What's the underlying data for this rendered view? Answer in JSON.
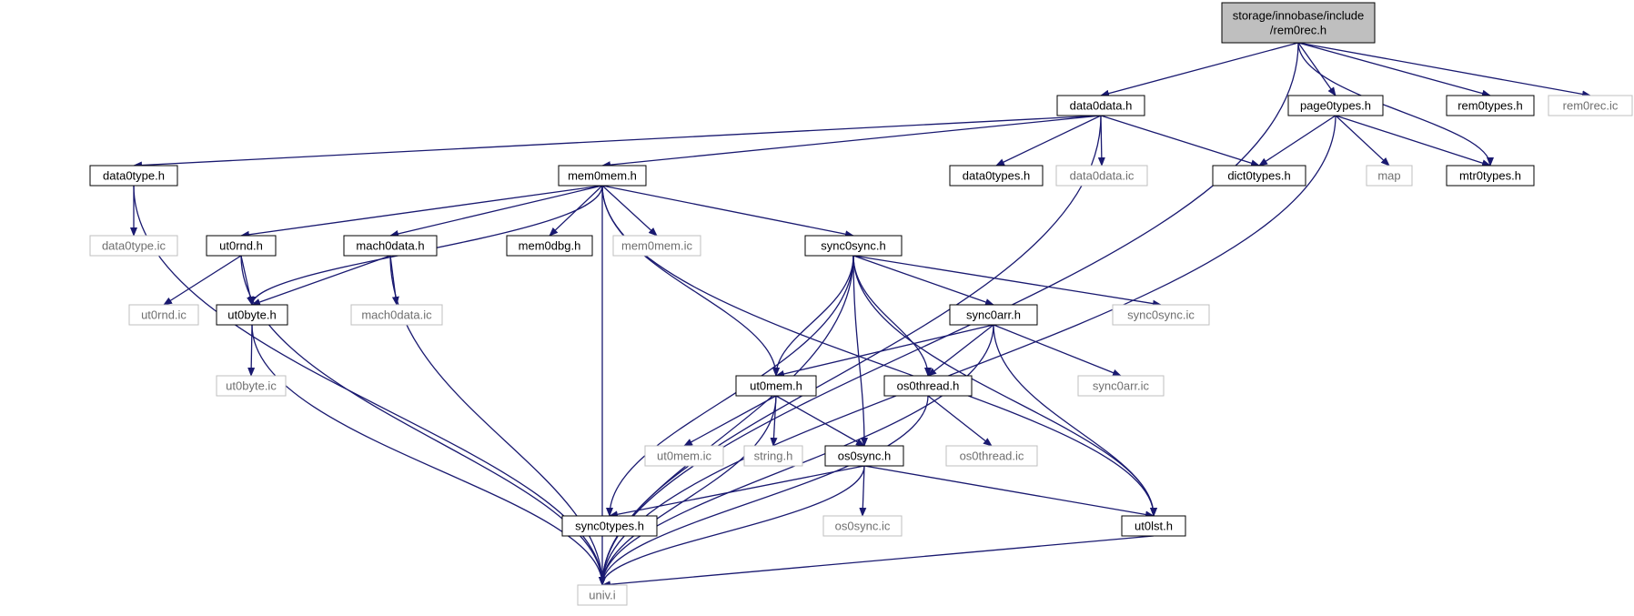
{
  "colors": {
    "edge": "#191970",
    "node_border": "#000000",
    "external_border": "#bfbfbf",
    "root_fill": "#bfbfbf",
    "background": "#ffffff"
  },
  "nodes": [
    {
      "id": "rem0rec",
      "lines": [
        "storage/innobase/include",
        "/rem0rec.h"
      ],
      "kind": "root"
    },
    {
      "id": "data0data_h",
      "lines": [
        "data0data.h"
      ],
      "kind": "file"
    },
    {
      "id": "page0types_h",
      "lines": [
        "page0types.h"
      ],
      "kind": "file"
    },
    {
      "id": "rem0types_h",
      "lines": [
        "rem0types.h"
      ],
      "kind": "file"
    },
    {
      "id": "rem0rec_ic",
      "lines": [
        "rem0rec.ic"
      ],
      "kind": "external"
    },
    {
      "id": "data0type_h",
      "lines": [
        "data0type.h"
      ],
      "kind": "file"
    },
    {
      "id": "mem0mem_h",
      "lines": [
        "mem0mem.h"
      ],
      "kind": "file"
    },
    {
      "id": "data0types_h",
      "lines": [
        "data0types.h"
      ],
      "kind": "file"
    },
    {
      "id": "data0data_ic",
      "lines": [
        "data0data.ic"
      ],
      "kind": "external"
    },
    {
      "id": "dict0types_h",
      "lines": [
        "dict0types.h"
      ],
      "kind": "file"
    },
    {
      "id": "map",
      "lines": [
        "map"
      ],
      "kind": "external"
    },
    {
      "id": "mtr0types_h",
      "lines": [
        "mtr0types.h"
      ],
      "kind": "file"
    },
    {
      "id": "data0type_ic",
      "lines": [
        "data0type.ic"
      ],
      "kind": "external"
    },
    {
      "id": "ut0rnd_h",
      "lines": [
        "ut0rnd.h"
      ],
      "kind": "file"
    },
    {
      "id": "mach0data_h",
      "lines": [
        "mach0data.h"
      ],
      "kind": "file"
    },
    {
      "id": "mem0dbg_h",
      "lines": [
        "mem0dbg.h"
      ],
      "kind": "file"
    },
    {
      "id": "mem0mem_ic",
      "lines": [
        "mem0mem.ic"
      ],
      "kind": "external"
    },
    {
      "id": "sync0sync_h",
      "lines": [
        "sync0sync.h"
      ],
      "kind": "file"
    },
    {
      "id": "ut0rnd_ic",
      "lines": [
        "ut0rnd.ic"
      ],
      "kind": "external"
    },
    {
      "id": "ut0byte_h",
      "lines": [
        "ut0byte.h"
      ],
      "kind": "file"
    },
    {
      "id": "mach0data_ic",
      "lines": [
        "mach0data.ic"
      ],
      "kind": "external"
    },
    {
      "id": "sync0arr_h",
      "lines": [
        "sync0arr.h"
      ],
      "kind": "file"
    },
    {
      "id": "sync0sync_ic",
      "lines": [
        "sync0sync.ic"
      ],
      "kind": "external"
    },
    {
      "id": "ut0byte_ic",
      "lines": [
        "ut0byte.ic"
      ],
      "kind": "external"
    },
    {
      "id": "ut0mem_h",
      "lines": [
        "ut0mem.h"
      ],
      "kind": "file"
    },
    {
      "id": "os0thread_h",
      "lines": [
        "os0thread.h"
      ],
      "kind": "file"
    },
    {
      "id": "sync0arr_ic",
      "lines": [
        "sync0arr.ic"
      ],
      "kind": "external"
    },
    {
      "id": "ut0mem_ic",
      "lines": [
        "ut0mem.ic"
      ],
      "kind": "external"
    },
    {
      "id": "string_h",
      "lines": [
        "string.h"
      ],
      "kind": "external"
    },
    {
      "id": "os0sync_h",
      "lines": [
        "os0sync.h"
      ],
      "kind": "file"
    },
    {
      "id": "os0thread_ic",
      "lines": [
        "os0thread.ic"
      ],
      "kind": "external"
    },
    {
      "id": "sync0types_h",
      "lines": [
        "sync0types.h"
      ],
      "kind": "file"
    },
    {
      "id": "os0sync_ic",
      "lines": [
        "os0sync.ic"
      ],
      "kind": "external"
    },
    {
      "id": "ut0lst_h",
      "lines": [
        "ut0lst.h"
      ],
      "kind": "file"
    },
    {
      "id": "univ_i",
      "lines": [
        "univ.i"
      ],
      "kind": "external"
    }
  ],
  "edges": [
    [
      "rem0rec",
      "data0data_h"
    ],
    [
      "rem0rec",
      "page0types_h"
    ],
    [
      "rem0rec",
      "mtr0types_h"
    ],
    [
      "rem0rec",
      "rem0types_h"
    ],
    [
      "rem0rec",
      "rem0rec_ic"
    ],
    [
      "rem0rec",
      "univ_i"
    ],
    [
      "data0data_h",
      "data0type_h"
    ],
    [
      "data0data_h",
      "mem0mem_h"
    ],
    [
      "data0data_h",
      "data0types_h"
    ],
    [
      "data0data_h",
      "data0data_ic"
    ],
    [
      "data0data_h",
      "dict0types_h"
    ],
    [
      "data0data_h",
      "univ_i"
    ],
    [
      "page0types_h",
      "dict0types_h"
    ],
    [
      "page0types_h",
      "map"
    ],
    [
      "page0types_h",
      "mtr0types_h"
    ],
    [
      "page0types_h",
      "univ_i"
    ],
    [
      "data0type_h",
      "data0type_ic"
    ],
    [
      "data0type_h",
      "univ_i"
    ],
    [
      "mem0mem_h",
      "ut0rnd_h"
    ],
    [
      "mem0mem_h",
      "ut0byte_h"
    ],
    [
      "mem0mem_h",
      "mach0data_h"
    ],
    [
      "mem0mem_h",
      "mem0dbg_h"
    ],
    [
      "mem0mem_h",
      "mem0mem_ic"
    ],
    [
      "mem0mem_h",
      "sync0sync_h"
    ],
    [
      "mem0mem_h",
      "ut0mem_h"
    ],
    [
      "mem0mem_h",
      "univ_i"
    ],
    [
      "mem0mem_h",
      "ut0lst_h"
    ],
    [
      "ut0rnd_h",
      "ut0rnd_ic"
    ],
    [
      "ut0rnd_h",
      "ut0byte_h"
    ],
    [
      "ut0rnd_h",
      "univ_i"
    ],
    [
      "mach0data_h",
      "ut0byte_h"
    ],
    [
      "mach0data_h",
      "mach0data_ic"
    ],
    [
      "mach0data_h",
      "univ_i"
    ],
    [
      "ut0byte_h",
      "ut0byte_ic"
    ],
    [
      "ut0byte_h",
      "univ_i"
    ],
    [
      "sync0sync_h",
      "sync0arr_h"
    ],
    [
      "sync0sync_h",
      "sync0sync_ic"
    ],
    [
      "sync0sync_h",
      "ut0mem_h"
    ],
    [
      "sync0sync_h",
      "os0thread_h"
    ],
    [
      "sync0sync_h",
      "os0sync_h"
    ],
    [
      "sync0sync_h",
      "sync0types_h"
    ],
    [
      "sync0sync_h",
      "ut0lst_h"
    ],
    [
      "sync0sync_h",
      "univ_i"
    ],
    [
      "sync0arr_h",
      "ut0mem_h"
    ],
    [
      "sync0arr_h",
      "os0thread_h"
    ],
    [
      "sync0arr_h",
      "sync0arr_ic"
    ],
    [
      "sync0arr_h",
      "ut0lst_h"
    ],
    [
      "sync0arr_h",
      "univ_i"
    ],
    [
      "ut0mem_h",
      "ut0mem_ic"
    ],
    [
      "ut0mem_h",
      "string_h"
    ],
    [
      "ut0mem_h",
      "os0sync_h"
    ],
    [
      "ut0mem_h",
      "univ_i"
    ],
    [
      "os0thread_h",
      "os0thread_ic"
    ],
    [
      "os0thread_h",
      "univ_i"
    ],
    [
      "os0sync_h",
      "os0sync_ic"
    ],
    [
      "os0sync_h",
      "sync0types_h"
    ],
    [
      "os0sync_h",
      "ut0lst_h"
    ],
    [
      "os0sync_h",
      "univ_i"
    ],
    [
      "ut0lst_h",
      "univ_i"
    ]
  ]
}
